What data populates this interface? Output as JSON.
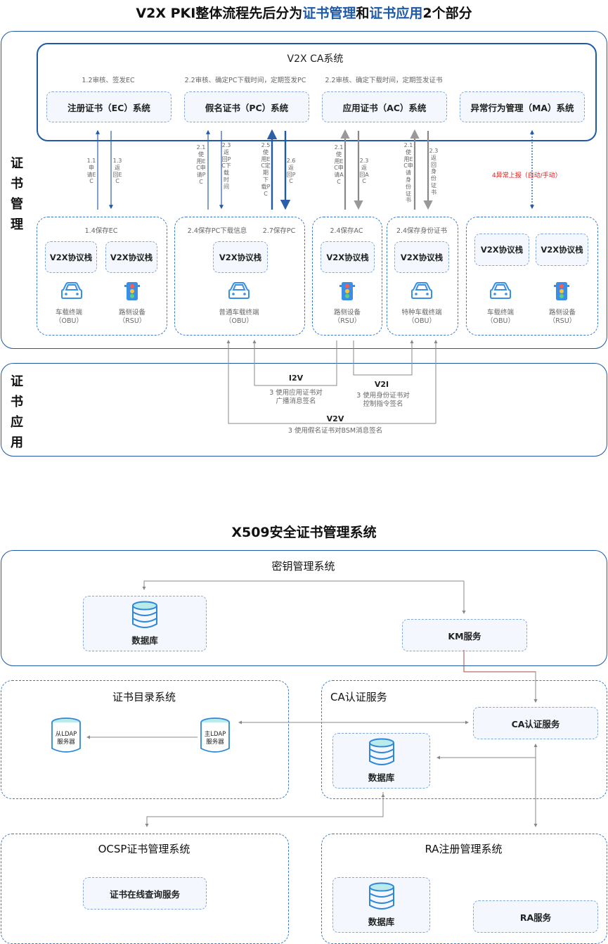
{
  "top": {
    "title_prefix": "V2X PKI整体流程先后分为",
    "title_hl1": "证书管理",
    "title_mid": "和",
    "title_hl2": "证书应用",
    "title_suffix": "2个部分",
    "side_mgmt": "证书管理",
    "side_app": "证书应用",
    "ca_system": "V2X CA系统",
    "ca_boxes": [
      {
        "note": "1.2审核、签发EC",
        "label": "注册证书（EC）系统"
      },
      {
        "note": "2.2审核、确定PC下载时间，定期签发PC",
        "label": "假名证书（PC）系统"
      },
      {
        "note": "2.2审核、确定下载时间，定期签发证书",
        "label": "应用证书（AC）系统"
      },
      {
        "note": "",
        "label": "异常行为管理（MA）系统"
      }
    ],
    "arrow_labels": {
      "a11": "1.1申请EC",
      "a13": "1.3返回EC",
      "a21": "2.1使用EC申请PC",
      "a23": "2.3返回PC下载时间",
      "a25": "2.5使用EC定期下载PC",
      "a26": "2.6返回PC",
      "b21": "2.1使用EC申请AC",
      "b23": "2.3返回AC",
      "c21": "2.1使用EC申请身份证书",
      "c23": "2.3返回身份证书",
      "ma": "4异常上报（自动/手动）"
    },
    "stack_label": "V2X协议栈",
    "groups": {
      "g1_note": "1.4保存EC",
      "g2_note_a": "2.4保存PC下载信息",
      "g2_note_b": "2.7保存PC",
      "g3_note": "2.4保存AC",
      "g4_note": "2.4保存身份证书"
    },
    "devices": {
      "obu_name": "车载终端",
      "obu_code": "（OBU）",
      "rsu_name": "路侧设备",
      "rsu_code": "（RSU）",
      "normal_obu": "普通车载终端",
      "special_obu": "特种车载终端"
    },
    "connections": {
      "i2v": "I2V",
      "i2v_desc1": "3 使用应用证书对",
      "i2v_desc2": "广播消息签名",
      "v2i": "V2I",
      "v2i_desc1": "3 使用身份证书对",
      "v2i_desc2": "控制指令签名",
      "v2v": "V2V",
      "v2v_desc": "3 使用假名证书对BSM消息签名"
    }
  },
  "bottom": {
    "title": "X509安全证书管理系统",
    "key_system": "密钥管理系统",
    "database": "数据库",
    "km_service": "KM服务",
    "dir_system": "证书目录系统",
    "slave_ldap": [
      "从LDAP",
      "服务器"
    ],
    "master_ldap": [
      "主LDAP",
      "服务器"
    ],
    "ca_service_title": "CA认证服务",
    "ca_service": "CA认证服务",
    "ocsp_system": "OCSP证书管理系统",
    "ocsp_service": "证书在线查询服务",
    "ra_system": "RA注册管理系统",
    "ra_service": "RA服务"
  },
  "colors": {
    "brand_blue": "#1e5aa8",
    "dashed_blue": "#3a78c9",
    "arrow_gray": "#888888",
    "red": "#e02020"
  }
}
